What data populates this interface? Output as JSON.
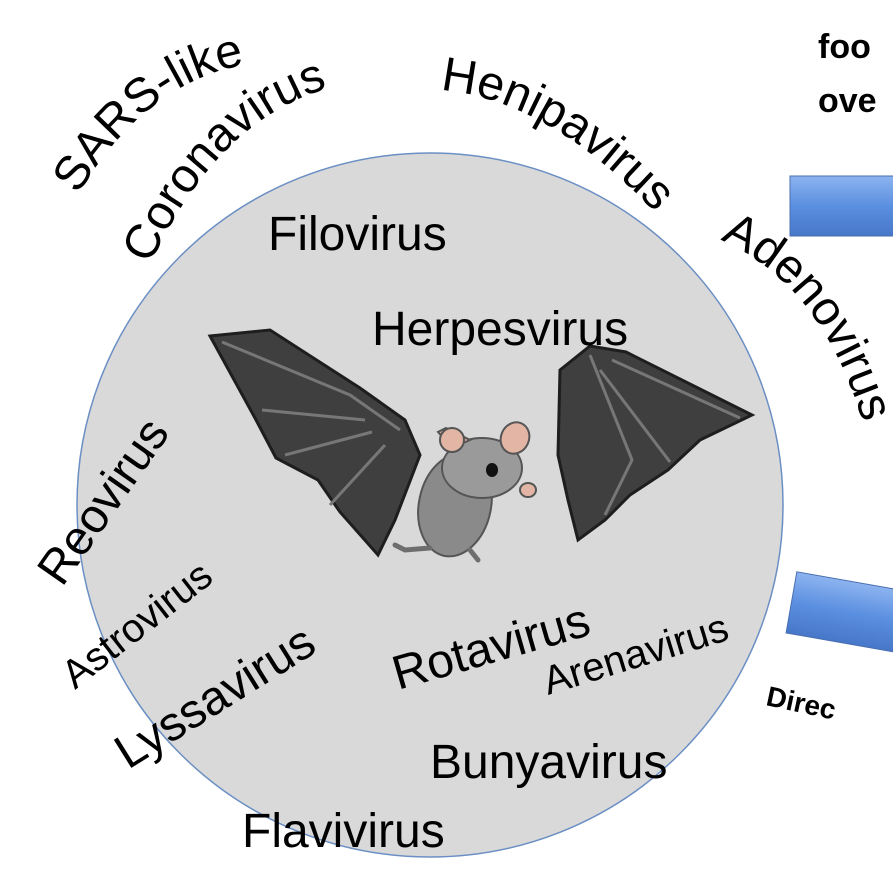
{
  "viruses": {
    "sars_like": "SARS-like",
    "coronavirus": "Coronavirus",
    "henipavirus": "Henipavirus",
    "filovirus": "Filovirus",
    "herpesvirus": "Herpesvirus",
    "adenovirus": "Adenovirus",
    "reovirus": "Reovirus",
    "astrovirus": "Astrovirus",
    "lyssavirus": "Lyssavirus",
    "rotavirus": "Rotavirus",
    "arenavirus": "Arenavirus",
    "bunyavirus": "Bunyavirus",
    "flavivirus": "Flavivirus"
  },
  "side_text": {
    "line1": "foo",
    "line2": "ove",
    "direct": "Direc"
  },
  "colors": {
    "circle_fill": "#d9d9d9",
    "circle_stroke": "#6b8fc4",
    "arrow_fill": "#6a9ae6",
    "bat_wing": "#4a4a4a",
    "bat_body": "#8c8c8c",
    "bat_ear": "#e3b5a4"
  },
  "icons": {
    "bat": "bat-illustration",
    "arrows": "block-arrow"
  }
}
